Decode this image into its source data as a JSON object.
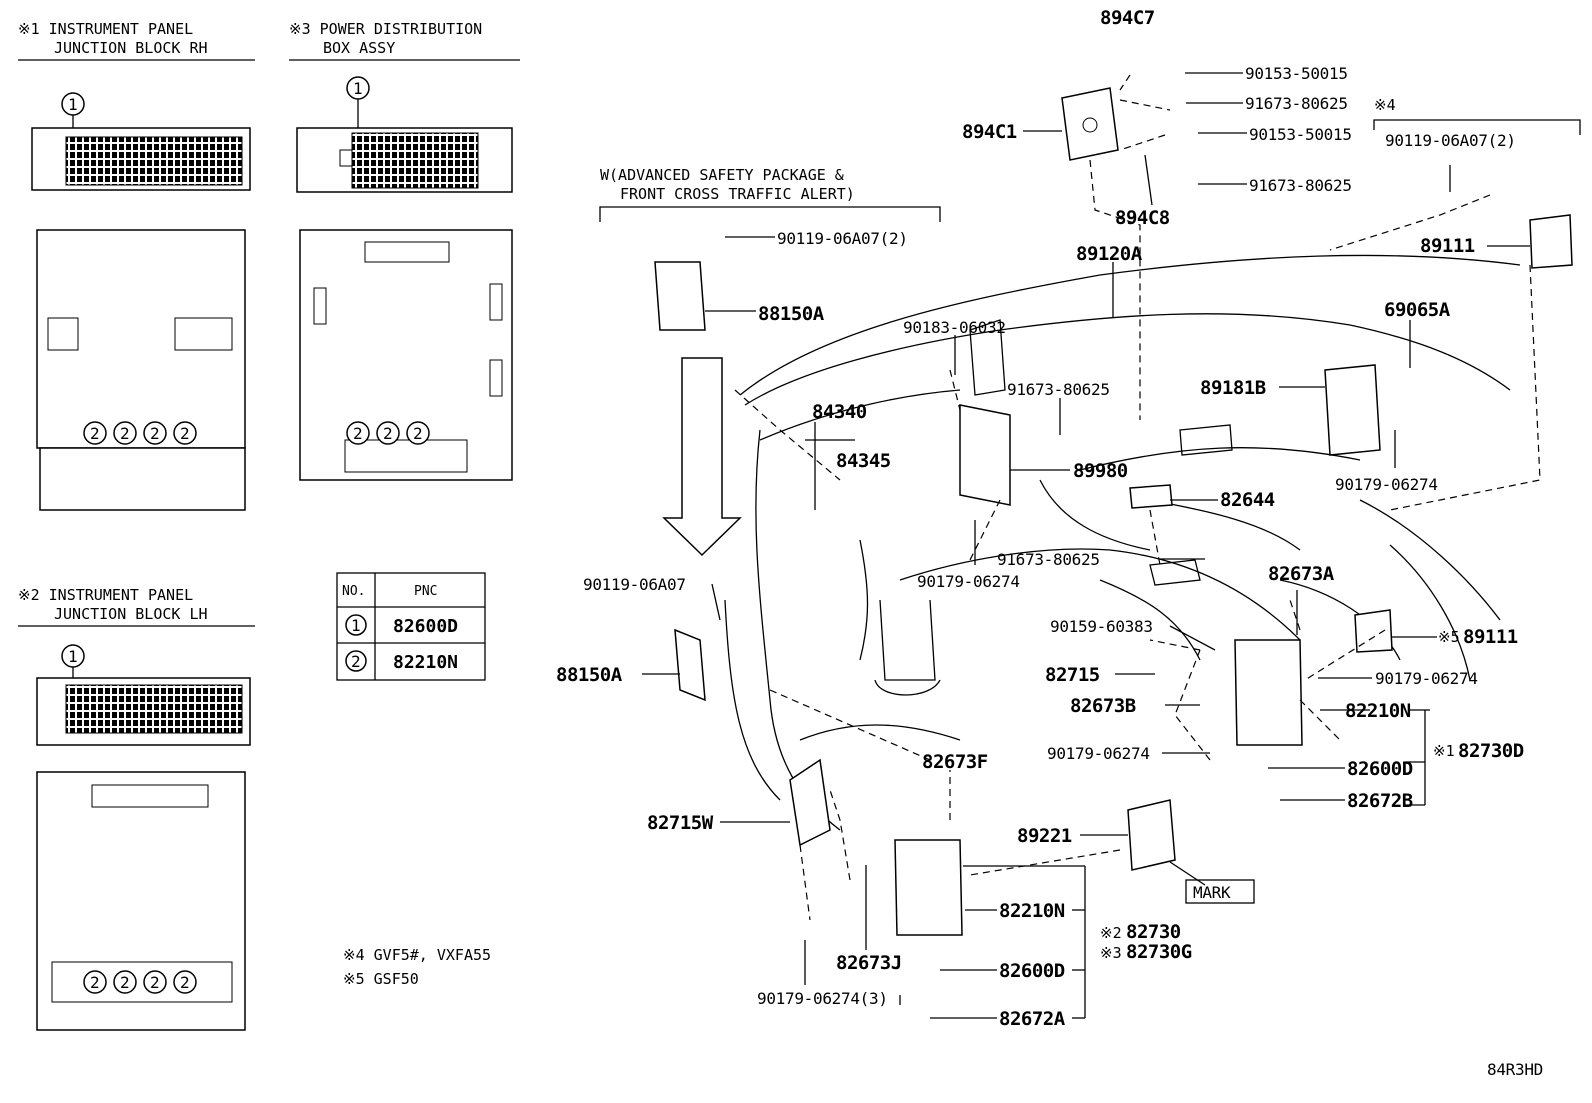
{
  "insets": {
    "ipjb_rh": {
      "mark": "※1",
      "line1": "INSTRUMENT PANEL",
      "line2": "JUNCTION BLOCK RH"
    },
    "pdb": {
      "mark": "※3",
      "line1": "POWER DISTRIBUTION",
      "line2": "BOX ASSY"
    },
    "ipjb_lh": {
      "mark": "※2",
      "line1": "INSTRUMENT PANEL",
      "line2": "JUNCTION BLOCK LH"
    },
    "callout_1": "1",
    "callout_2": "2"
  },
  "pnc_table": {
    "header_no": "NO.",
    "header_pnc": "PNC",
    "rows": [
      {
        "no": "1",
        "pnc": "82600D"
      },
      {
        "no": "2",
        "pnc": "82210N"
      }
    ]
  },
  "notes": {
    "n4": "※4 GVF5#, VXFA55",
    "n5": "※5 GSF50"
  },
  "group_w": {
    "line1": "W(ADVANCED SAFETY PACKAGE &",
    "line2": "FRONT CROSS TRAFFIC ALERT)"
  },
  "mark4": "※4",
  "parts": {
    "p894C7": "894C7",
    "p90153a": "90153-50015",
    "p91673a": "91673-80625",
    "p894C1": "894C1",
    "p90153b": "90153-50015",
    "p91673b": "91673-80625",
    "p894C8": "894C8",
    "p90119a": "90119-06A07(2)",
    "p90119b": "90119-06A07(2)",
    "p89111a": "89111",
    "p89120A": "89120A",
    "p88150A_top": "88150A",
    "p69065A": "69065A",
    "p90183": "90183-06032",
    "p91673c": "91673-80625",
    "p89181B": "89181B",
    "p84340": "84340",
    "p84345": "84345",
    "p89980": "89980",
    "p90179a": "90179-06274",
    "p82644": "82644",
    "p91673d": "91673-80625",
    "p90179b": "90179-06274",
    "p90119c": "90119-06A07",
    "p82673A": "82673A",
    "p90159": "90159-60383",
    "p89111b": "89111",
    "p89111b_mark": "※5",
    "p88150A_bot": "88150A",
    "p82715": "82715",
    "p90179c": "90179-06274",
    "p82673B": "82673B",
    "p82210N_a": "82210N",
    "p82730D": "82730D",
    "p82730D_mark": "※1",
    "p90179d": "90179-06274",
    "p82600D_a": "82600D",
    "p82673F": "82673F",
    "p82672B": "82672B",
    "p82715W": "82715W",
    "p89221": "89221",
    "mark_label": "MARK",
    "p82210N_b": "82210N",
    "p82730": "82730",
    "p82730_mark": "※2",
    "p82730G": "82730G",
    "p82730G_mark": "※3",
    "p82673J": "82673J",
    "p82600D_b": "82600D",
    "p90179e": "90179-06274(3)",
    "p82672A": "82672A"
  },
  "figure_code": "84R3HD"
}
